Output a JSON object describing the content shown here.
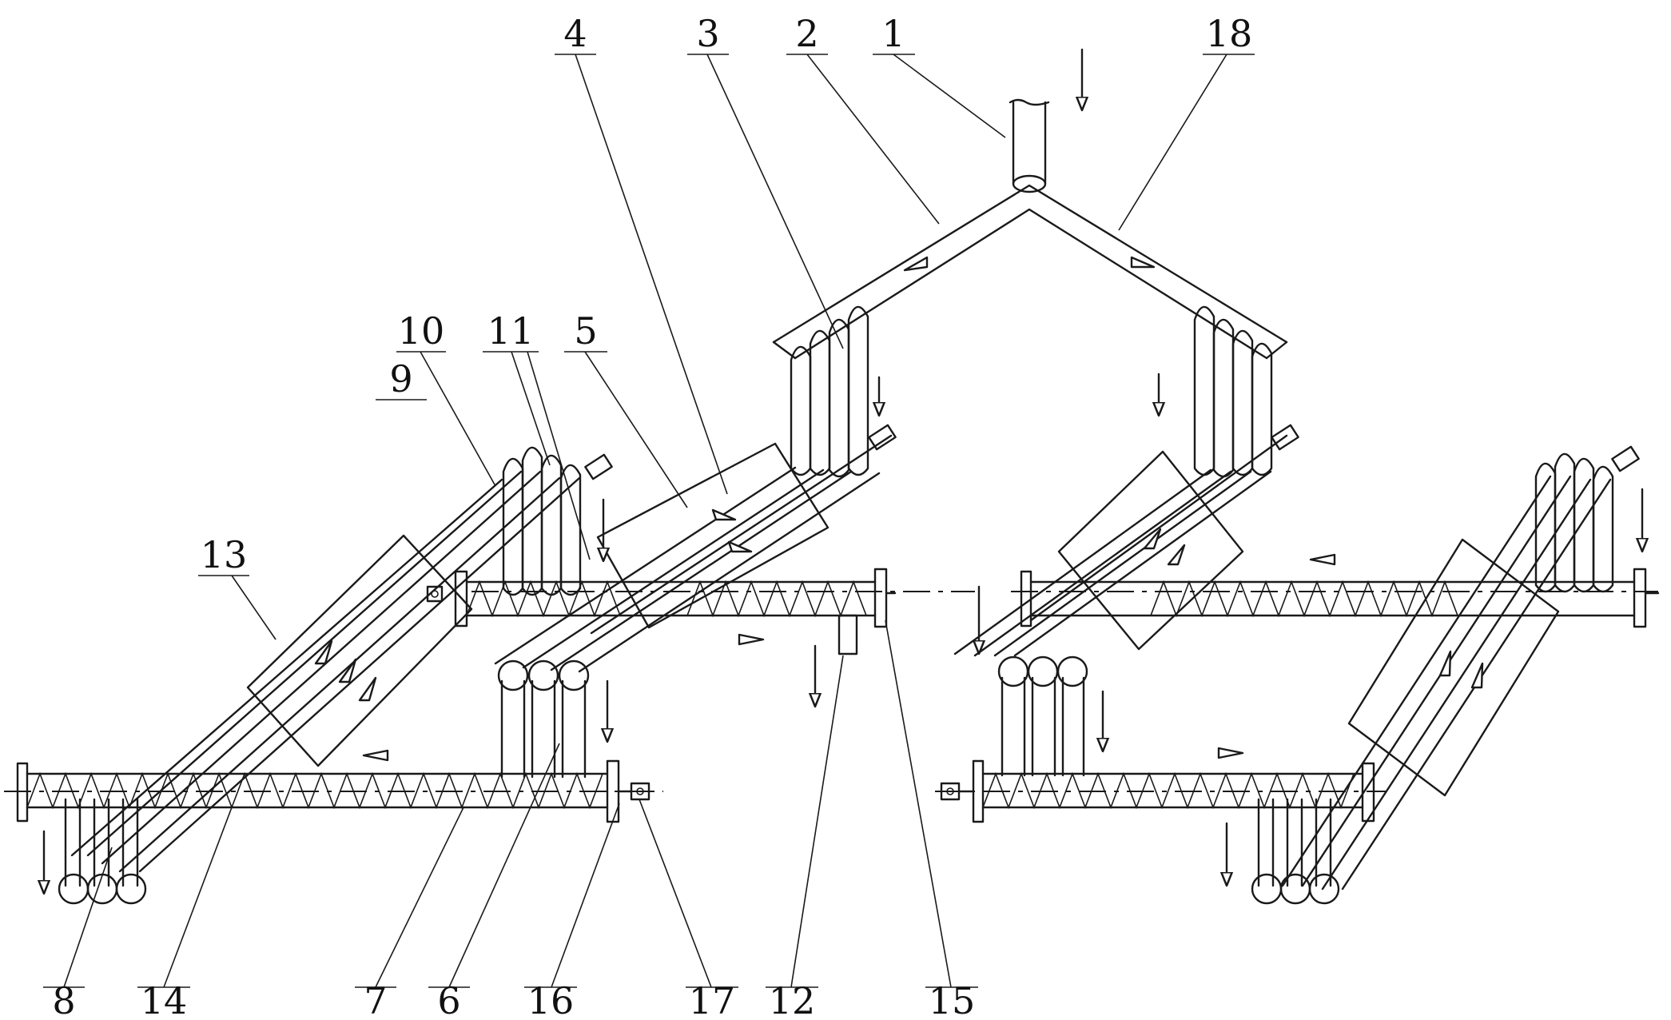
{
  "labels": {
    "l1": "1",
    "l2": "2",
    "l3": "3",
    "l4": "4",
    "l5": "5",
    "l6": "6",
    "l7": "7",
    "l8": "8",
    "l9": "9",
    "l10": "10",
    "l11": "11",
    "l12": "12",
    "l13": "13",
    "l14": "14",
    "l15": "15",
    "l16": "16",
    "l17": "17",
    "l18": "18"
  },
  "colors": {
    "line": "#1a1a1a",
    "background": "#ffffff"
  }
}
